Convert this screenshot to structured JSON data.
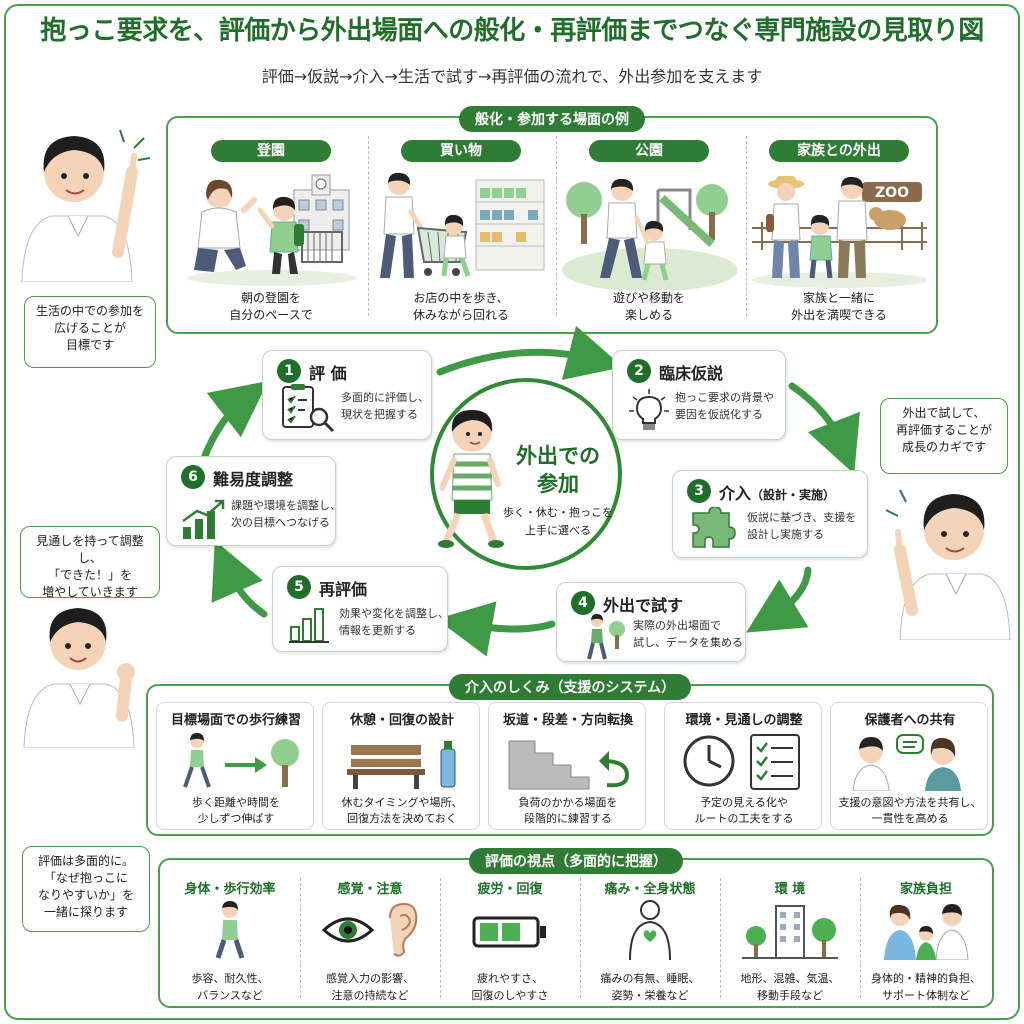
{
  "header": {
    "title": "抱っこ要求を、評価から外出場面への般化・再評価までつなぐ専門施設の見取り図",
    "subtitle": "評価→仮説→介入→生活で試す→再評価の流れで、外出参加を支えます"
  },
  "scenes": {
    "label": "般化・参加する場面の例",
    "items": [
      {
        "label": "登園",
        "caption1": "朝の登園を",
        "caption2": "自分のペースで"
      },
      {
        "label": "買い物",
        "caption1": "お店の中を歩き、",
        "caption2": "休みながら回れる"
      },
      {
        "label": "公園",
        "caption1": "遊びや移動を",
        "caption2": "楽しめる"
      },
      {
        "label": "家族との外出",
        "caption1": "家族と一緒に",
        "caption2": "外出を満喫できる",
        "sign": "ZOO"
      }
    ]
  },
  "bubbles": {
    "top_left": [
      "生活の中での参加を",
      "広げることが",
      "目標です"
    ],
    "right": [
      "外出で試して、",
      "再評価することが",
      "成長のカギです"
    ],
    "mid_left": [
      "見通しを持って調整し、",
      "「できた！」を",
      "増やしていきます"
    ],
    "bottom_left": [
      "評価は多面的に。",
      "「なぜ抱っこに",
      "なりやすいか」を",
      "一緒に探ります"
    ]
  },
  "cycle": {
    "center": {
      "title1": "外出での",
      "title2": "参加",
      "sub1": "歩く・休む・抱っこを",
      "sub2": "上手に選べる"
    },
    "steps": [
      {
        "num": "1",
        "title": "評 価",
        "desc1": "多面的に評価し、",
        "desc2": "現状を把握する"
      },
      {
        "num": "2",
        "title": "臨床仮説",
        "desc1": "抱っこ要求の背景や",
        "desc2": "要因を仮説化する"
      },
      {
        "num": "3",
        "title": "介入",
        "title_sub": "（設計・実施）",
        "desc1": "仮説に基づき、支援を",
        "desc2": "設計し実施する"
      },
      {
        "num": "4",
        "title": "外出で試す",
        "desc1": "実際の外出場面で",
        "desc2": "試し、データを集める"
      },
      {
        "num": "5",
        "title": "再評価",
        "desc1": "効果や変化を調整し、",
        "desc2": "情報を更新する"
      },
      {
        "num": "6",
        "title": "難易度調整",
        "desc1": "課題や環境を調整し、",
        "desc2": "次の目標へつなげる"
      }
    ]
  },
  "mechanism": {
    "label": "介入のしくみ（支援のシステム）",
    "cards": [
      {
        "title": "目標場面での歩行練習",
        "desc1": "歩く距離や時間を",
        "desc2": "少しずつ伸ばす"
      },
      {
        "title": "休憩・回復の設計",
        "desc1": "休むタイミングや場所、",
        "desc2": "回復方法を決めておく"
      },
      {
        "title": "坂道・段差・方向転換",
        "desc1": "負荷のかかる場面を",
        "desc2": "段階的に練習する"
      },
      {
        "title": "環境・見通しの調整",
        "desc1": "予定の見える化や",
        "desc2": "ルートの工夫をする"
      },
      {
        "title": "保護者への共有",
        "desc1": "支援の意図や方法を共有し、",
        "desc2": "一貫性を高める"
      }
    ]
  },
  "viewpoints": {
    "label": "評価の視点（多面的に把握）",
    "items": [
      {
        "title": "身体・歩行効率",
        "desc1": "歩容、耐久性、",
        "desc2": "バランスなど"
      },
      {
        "title": "感覚・注意",
        "desc1": "感覚入力の影響、",
        "desc2": "注意の持続など"
      },
      {
        "title": "疲労・回復",
        "desc1": "疲れやすさ、",
        "desc2": "回復のしやすさ"
      },
      {
        "title": "痛み・全身状態",
        "desc1": "痛みの有無、睡眠、",
        "desc2": "姿勢・栄養など"
      },
      {
        "title": "環 境",
        "desc1": "地形、混雑、気温、",
        "desc2": "移動手段など"
      },
      {
        "title": "家族負担",
        "desc1": "身体的・精神的負担、",
        "desc2": "サポート体制など"
      }
    ]
  },
  "colors": {
    "brand_dark": "#1f6e2a",
    "brand": "#2f7d34",
    "accent": "#4c9e4c",
    "shirt": "#8fcf8f"
  }
}
